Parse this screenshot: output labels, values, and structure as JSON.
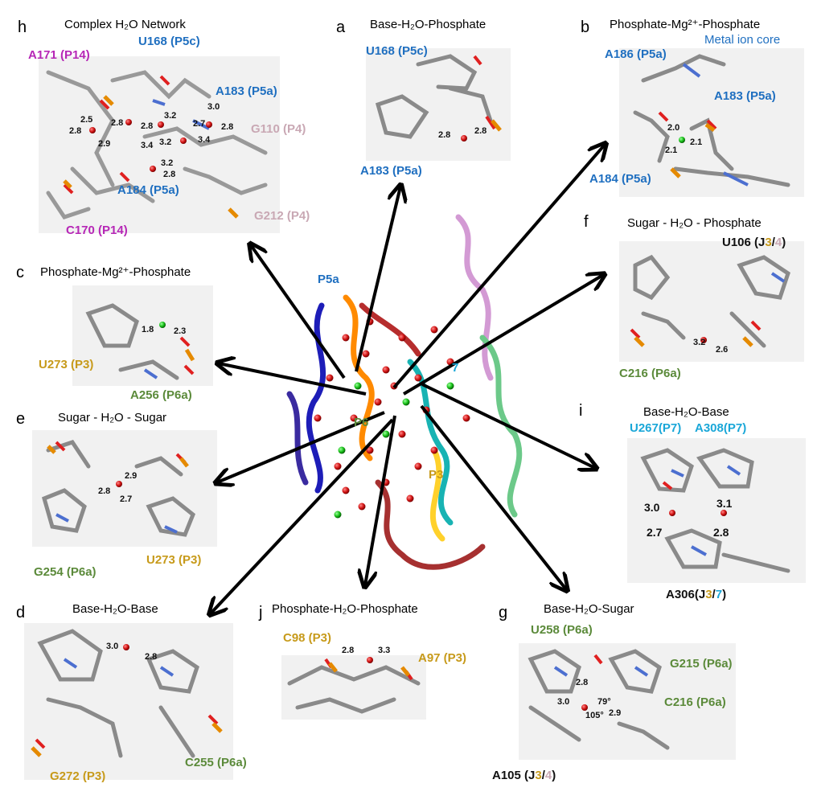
{
  "colors": {
    "blue": "#1f6fc0",
    "purple": "#b627b6",
    "pink": "#c9a8b4",
    "gold": "#c79a1a",
    "green": "#5b8a3a",
    "cyan": "#1aa7d8",
    "black": "#111111"
  },
  "center": {
    "labels": {
      "p5a": "P5a",
      "p3": "P3",
      "p6": "P6",
      "p7": "7"
    }
  },
  "panels": {
    "h": {
      "letter": "h",
      "title": "Complex  H₂O Network",
      "labels": {
        "u168": "U168 (P5c)",
        "a171": "A171 (P14)",
        "a183": "A183 (P5a)",
        "g110": "G110 (P4)",
        "a184": "A184 (P5a)",
        "g212": "G212 (P4)",
        "c170": "C170 (P14)"
      },
      "distances": [
        "2.5",
        "2.8",
        "2.9",
        "2.8",
        "2.8",
        "3.2",
        "3.0",
        "2.7",
        "2.8",
        "3.4",
        "3.2",
        "3.4",
        "3.2",
        "2.8"
      ]
    },
    "a": {
      "letter": "a",
      "title": "Base-H₂O-Phosphate",
      "labels": {
        "u168": "U168 (P5c)",
        "a183": "A183 (P5a)"
      },
      "distances": [
        "2.8",
        "2.8"
      ]
    },
    "b": {
      "letter": "b",
      "title": "Phosphate-Mg²⁺-Phosphate",
      "subtitle": "Metal ion core",
      "labels": {
        "a186": "A186 (P5a)",
        "a183": "A183 (P5a)",
        "a184": "A184 (P5a)"
      },
      "distances": [
        "2.0",
        "2.1",
        "2.1"
      ]
    },
    "c": {
      "letter": "c",
      "title": "Phosphate-Mg²⁺-Phosphate",
      "labels": {
        "u273": "U273 (P3)",
        "a256": "A256 (P6a)"
      },
      "distances": [
        "1.8",
        "2.3"
      ]
    },
    "f": {
      "letter": "f",
      "title": "Sugar - H₂O - Phosphate",
      "labels": {
        "u106_pre": "U106 (J",
        "u106_3": "3",
        "u106_slash": "/",
        "u106_4": "4",
        "u106_post": ")",
        "c216": "C216 (P6a)"
      },
      "distances": [
        "3.2",
        "2.6"
      ]
    },
    "e": {
      "letter": "e",
      "title": "Sugar - H₂O - Sugar",
      "labels": {
        "g254": "G254 (P6a)",
        "u273": "U273 (P3)"
      },
      "distances": [
        "2.9",
        "2.8",
        "2.7"
      ]
    },
    "i": {
      "letter": "i",
      "title": "Base-H₂O-Base",
      "labels": {
        "u267": "U267(P7)",
        "a308": "A308(P7)",
        "a306_pre": "A306(J",
        "a306_3": "3",
        "a306_slash": "/",
        "a306_7": "7",
        "a306_post": ")"
      },
      "distances": [
        "3.0",
        "3.1",
        "2.7",
        "2.8"
      ]
    },
    "d": {
      "letter": "d",
      "title": "Base-H₂O-Base",
      "labels": {
        "g272": "G272 (P3)",
        "c255": "C255 (P6a)"
      },
      "distances": [
        "3.0",
        "2.8"
      ]
    },
    "j": {
      "letter": "j",
      "title": "Phosphate-H₂O-Phosphate",
      "labels": {
        "c98": "C98 (P3)",
        "a97": "A97 (P3)"
      },
      "distances": [
        "2.8",
        "3.3"
      ]
    },
    "g": {
      "letter": "g",
      "title": "Base-H₂O-Sugar",
      "labels": {
        "u258": "U258 (P6a)",
        "g215": "G215 (P6a)",
        "c216": "C216 (P6a)",
        "a105_pre": "A105 (J",
        "a105_3": "3",
        "a105_slash": "/",
        "a105_4": "4",
        "a105_post": ")"
      },
      "distances": [
        "2.8",
        "3.0",
        "79°",
        "105°",
        "2.9"
      ]
    }
  }
}
